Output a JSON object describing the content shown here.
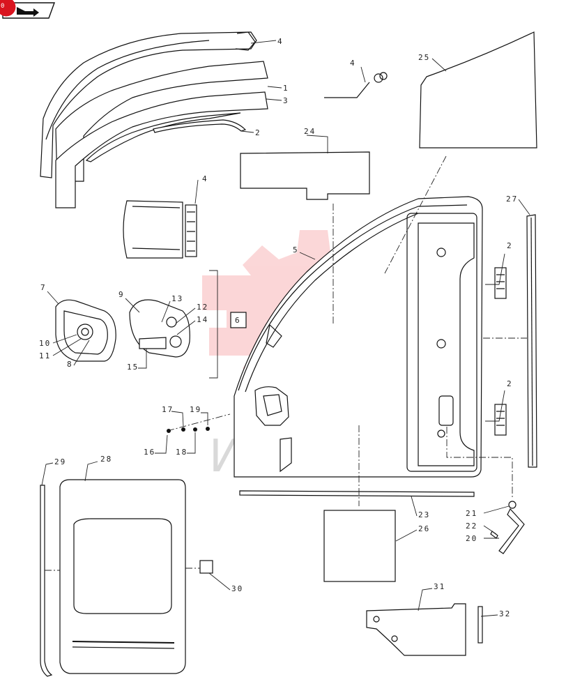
{
  "header": {
    "badge_text": "0",
    "badge_color": "#d9141f",
    "nav_icon": "reference-arrow-icon"
  },
  "watermark": {
    "logo_icon": "gear-wrench-logo-icon",
    "logo_color": "#ef4a4f",
    "text": "ИНТЕХ"
  },
  "callouts": [
    {
      "id": "c4a",
      "label": "4"
    },
    {
      "id": "c1",
      "label": "1"
    },
    {
      "id": "c3",
      "label": "3"
    },
    {
      "id": "c2a",
      "label": "2"
    },
    {
      "id": "c4b",
      "label": "4"
    },
    {
      "id": "c25",
      "label": "25"
    },
    {
      "id": "c24",
      "label": "24"
    },
    {
      "id": "c4c",
      "label": "4"
    },
    {
      "id": "c27",
      "label": "27"
    },
    {
      "id": "c5",
      "label": "5"
    },
    {
      "id": "c2b",
      "label": "2"
    },
    {
      "id": "c7",
      "label": "7"
    },
    {
      "id": "c9",
      "label": "9"
    },
    {
      "id": "c13",
      "label": "13"
    },
    {
      "id": "c12",
      "label": "12"
    },
    {
      "id": "c14",
      "label": "14"
    },
    {
      "id": "c6",
      "label": "6"
    },
    {
      "id": "c10",
      "label": "10"
    },
    {
      "id": "c11",
      "label": "11"
    },
    {
      "id": "c8",
      "label": "8"
    },
    {
      "id": "c15",
      "label": "15"
    },
    {
      "id": "c2c",
      "label": "2"
    },
    {
      "id": "c17",
      "label": "17"
    },
    {
      "id": "c19",
      "label": "19"
    },
    {
      "id": "c16",
      "label": "16"
    },
    {
      "id": "c18",
      "label": "18"
    },
    {
      "id": "c29",
      "label": "29"
    },
    {
      "id": "c28",
      "label": "28"
    },
    {
      "id": "c23",
      "label": "23"
    },
    {
      "id": "c21",
      "label": "21"
    },
    {
      "id": "c22",
      "label": "22"
    },
    {
      "id": "c20",
      "label": "20"
    },
    {
      "id": "c26",
      "label": "26"
    },
    {
      "id": "c30",
      "label": "30"
    },
    {
      "id": "c31",
      "label": "31"
    },
    {
      "id": "c32",
      "label": "32"
    }
  ]
}
